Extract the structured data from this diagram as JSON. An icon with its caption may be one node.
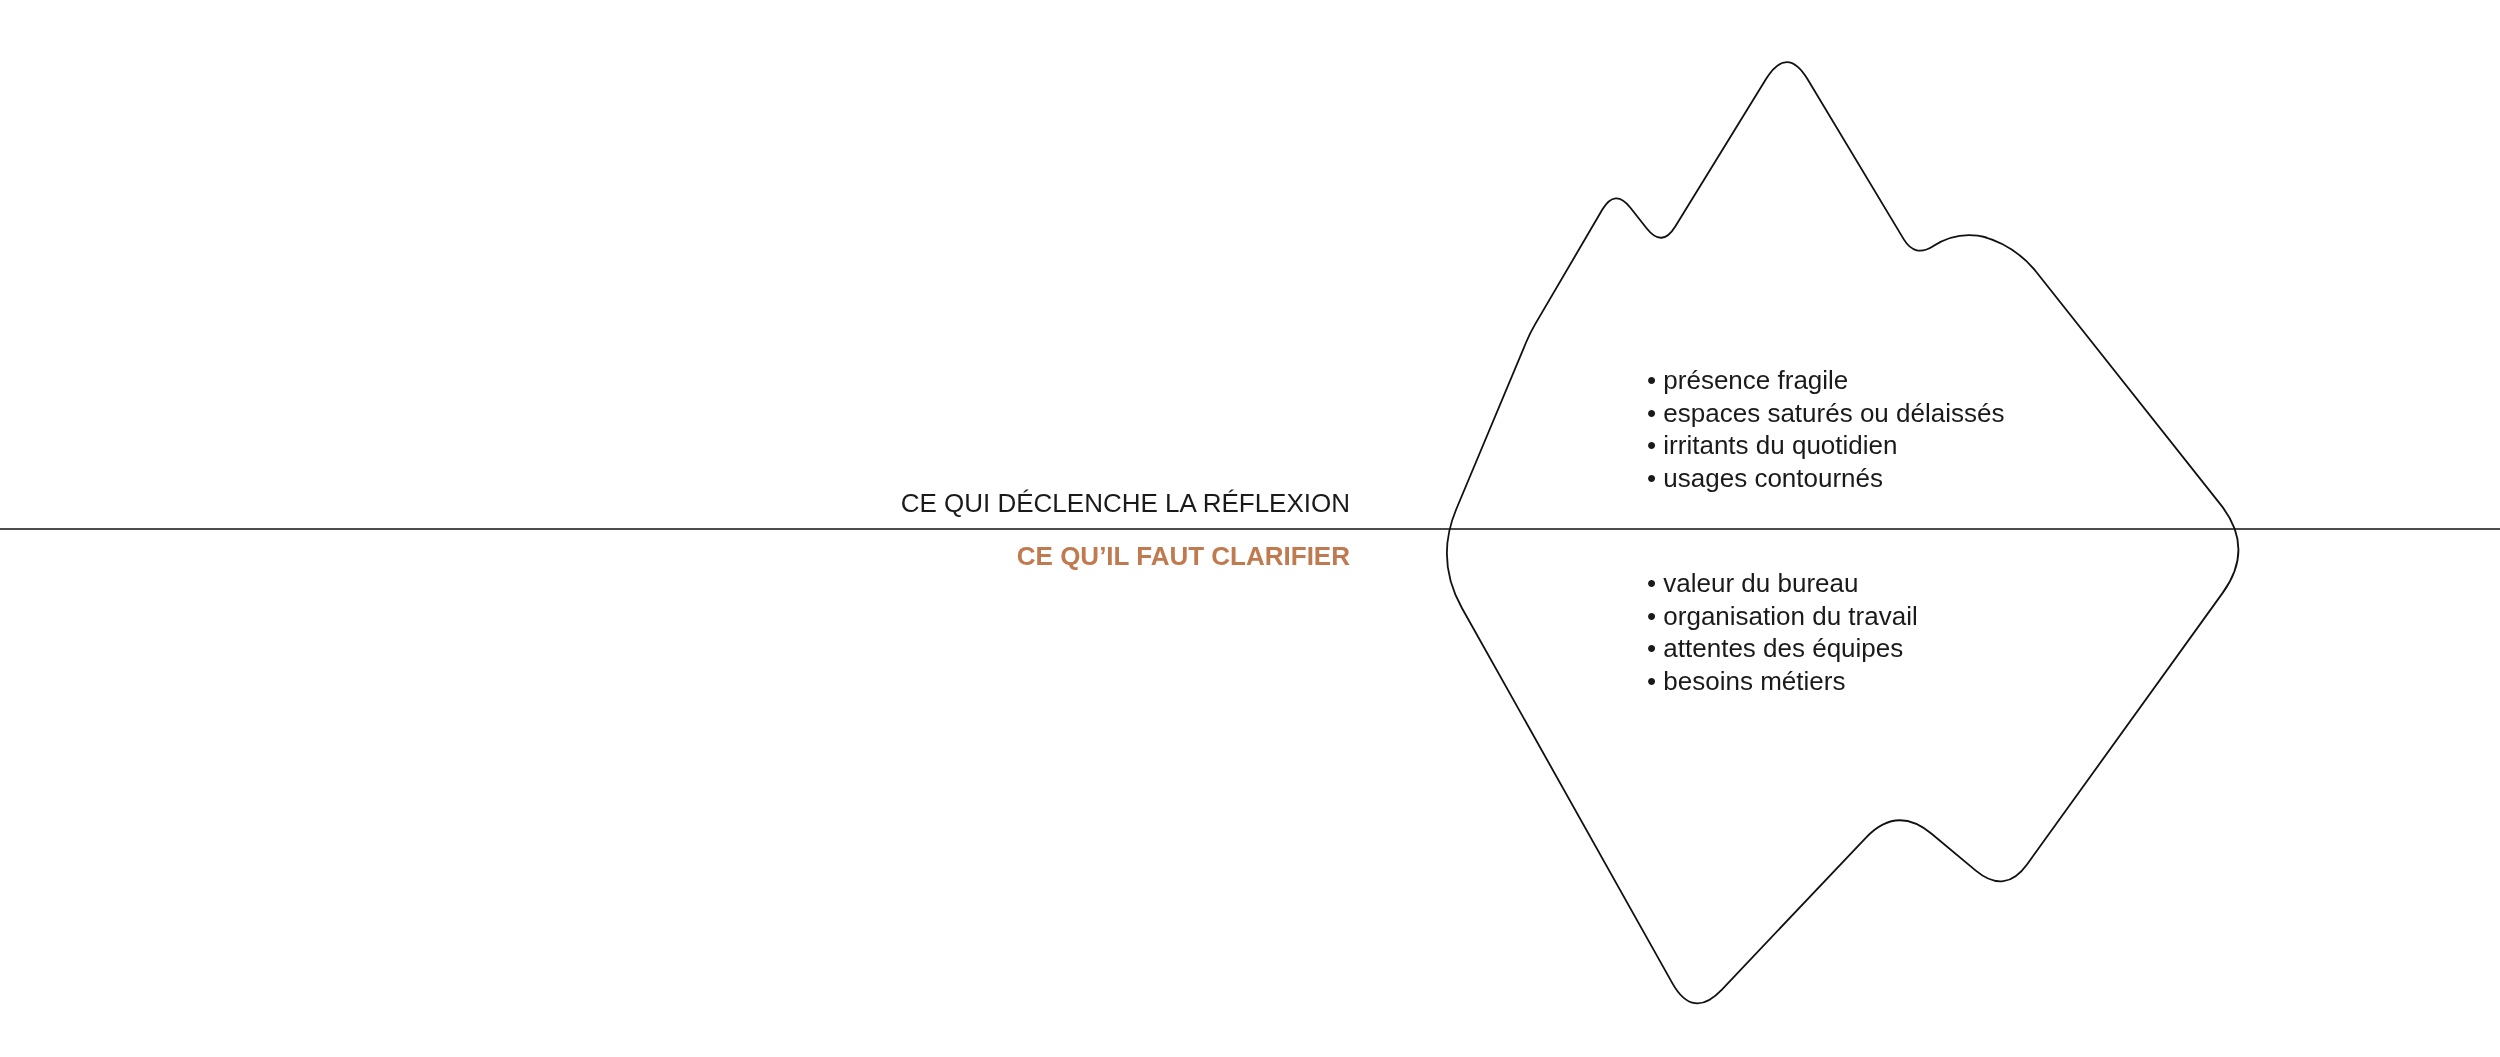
{
  "diagram": {
    "nodes": [
      {
        "text": [
          "• présence fragile",
          "• espaces saturés ou délaissés",
          "• irritants du quotidien",
          "• usages contournés",
          "• valeur du bureau",
          "• organisation du travail",
          "• attentes des équipes",
          "• besoins métiers"
        ]
      }
    ],
    "labels": [
      "CE QUI DÉCLENCHE LA RÉFLEXION",
      "CE QU’IL FAUT CLARIFIER"
    ]
  }
}
